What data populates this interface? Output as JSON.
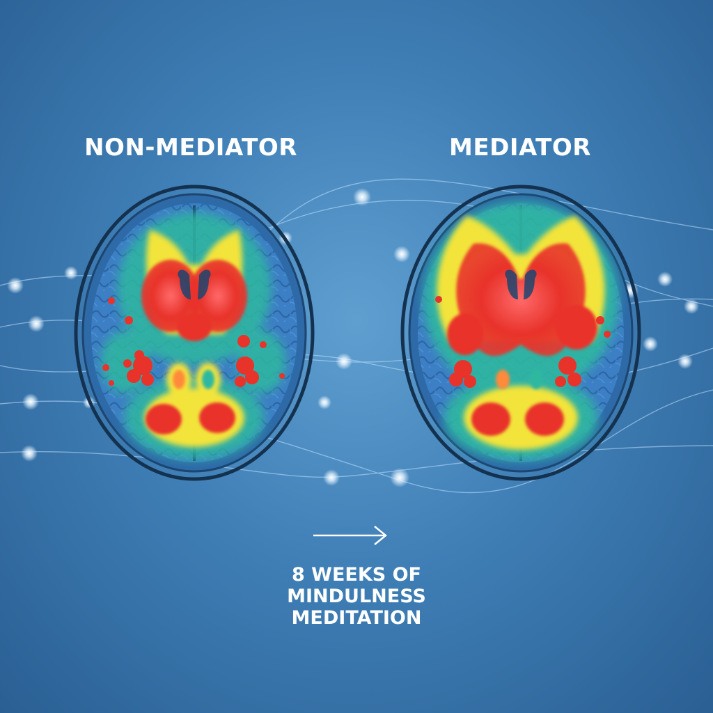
{
  "labels": {
    "left": "NON-MEDIATOR",
    "right": "MEDIATOR"
  },
  "caption": {
    "line1": "8 WEEKS OF",
    "line2": "MINDULNESS",
    "line3": "MEDITATION"
  },
  "icons": {
    "arrow": "arrow-right-icon"
  },
  "colors": {
    "background": "#3f7fb6",
    "brain_tissue": "#3d7fc4",
    "outline": "#13304f",
    "activity_low": "#2fb8a0",
    "activity_mid": "#f3e43a",
    "activity_high": "#e8332b",
    "text": "#ffffff"
  }
}
